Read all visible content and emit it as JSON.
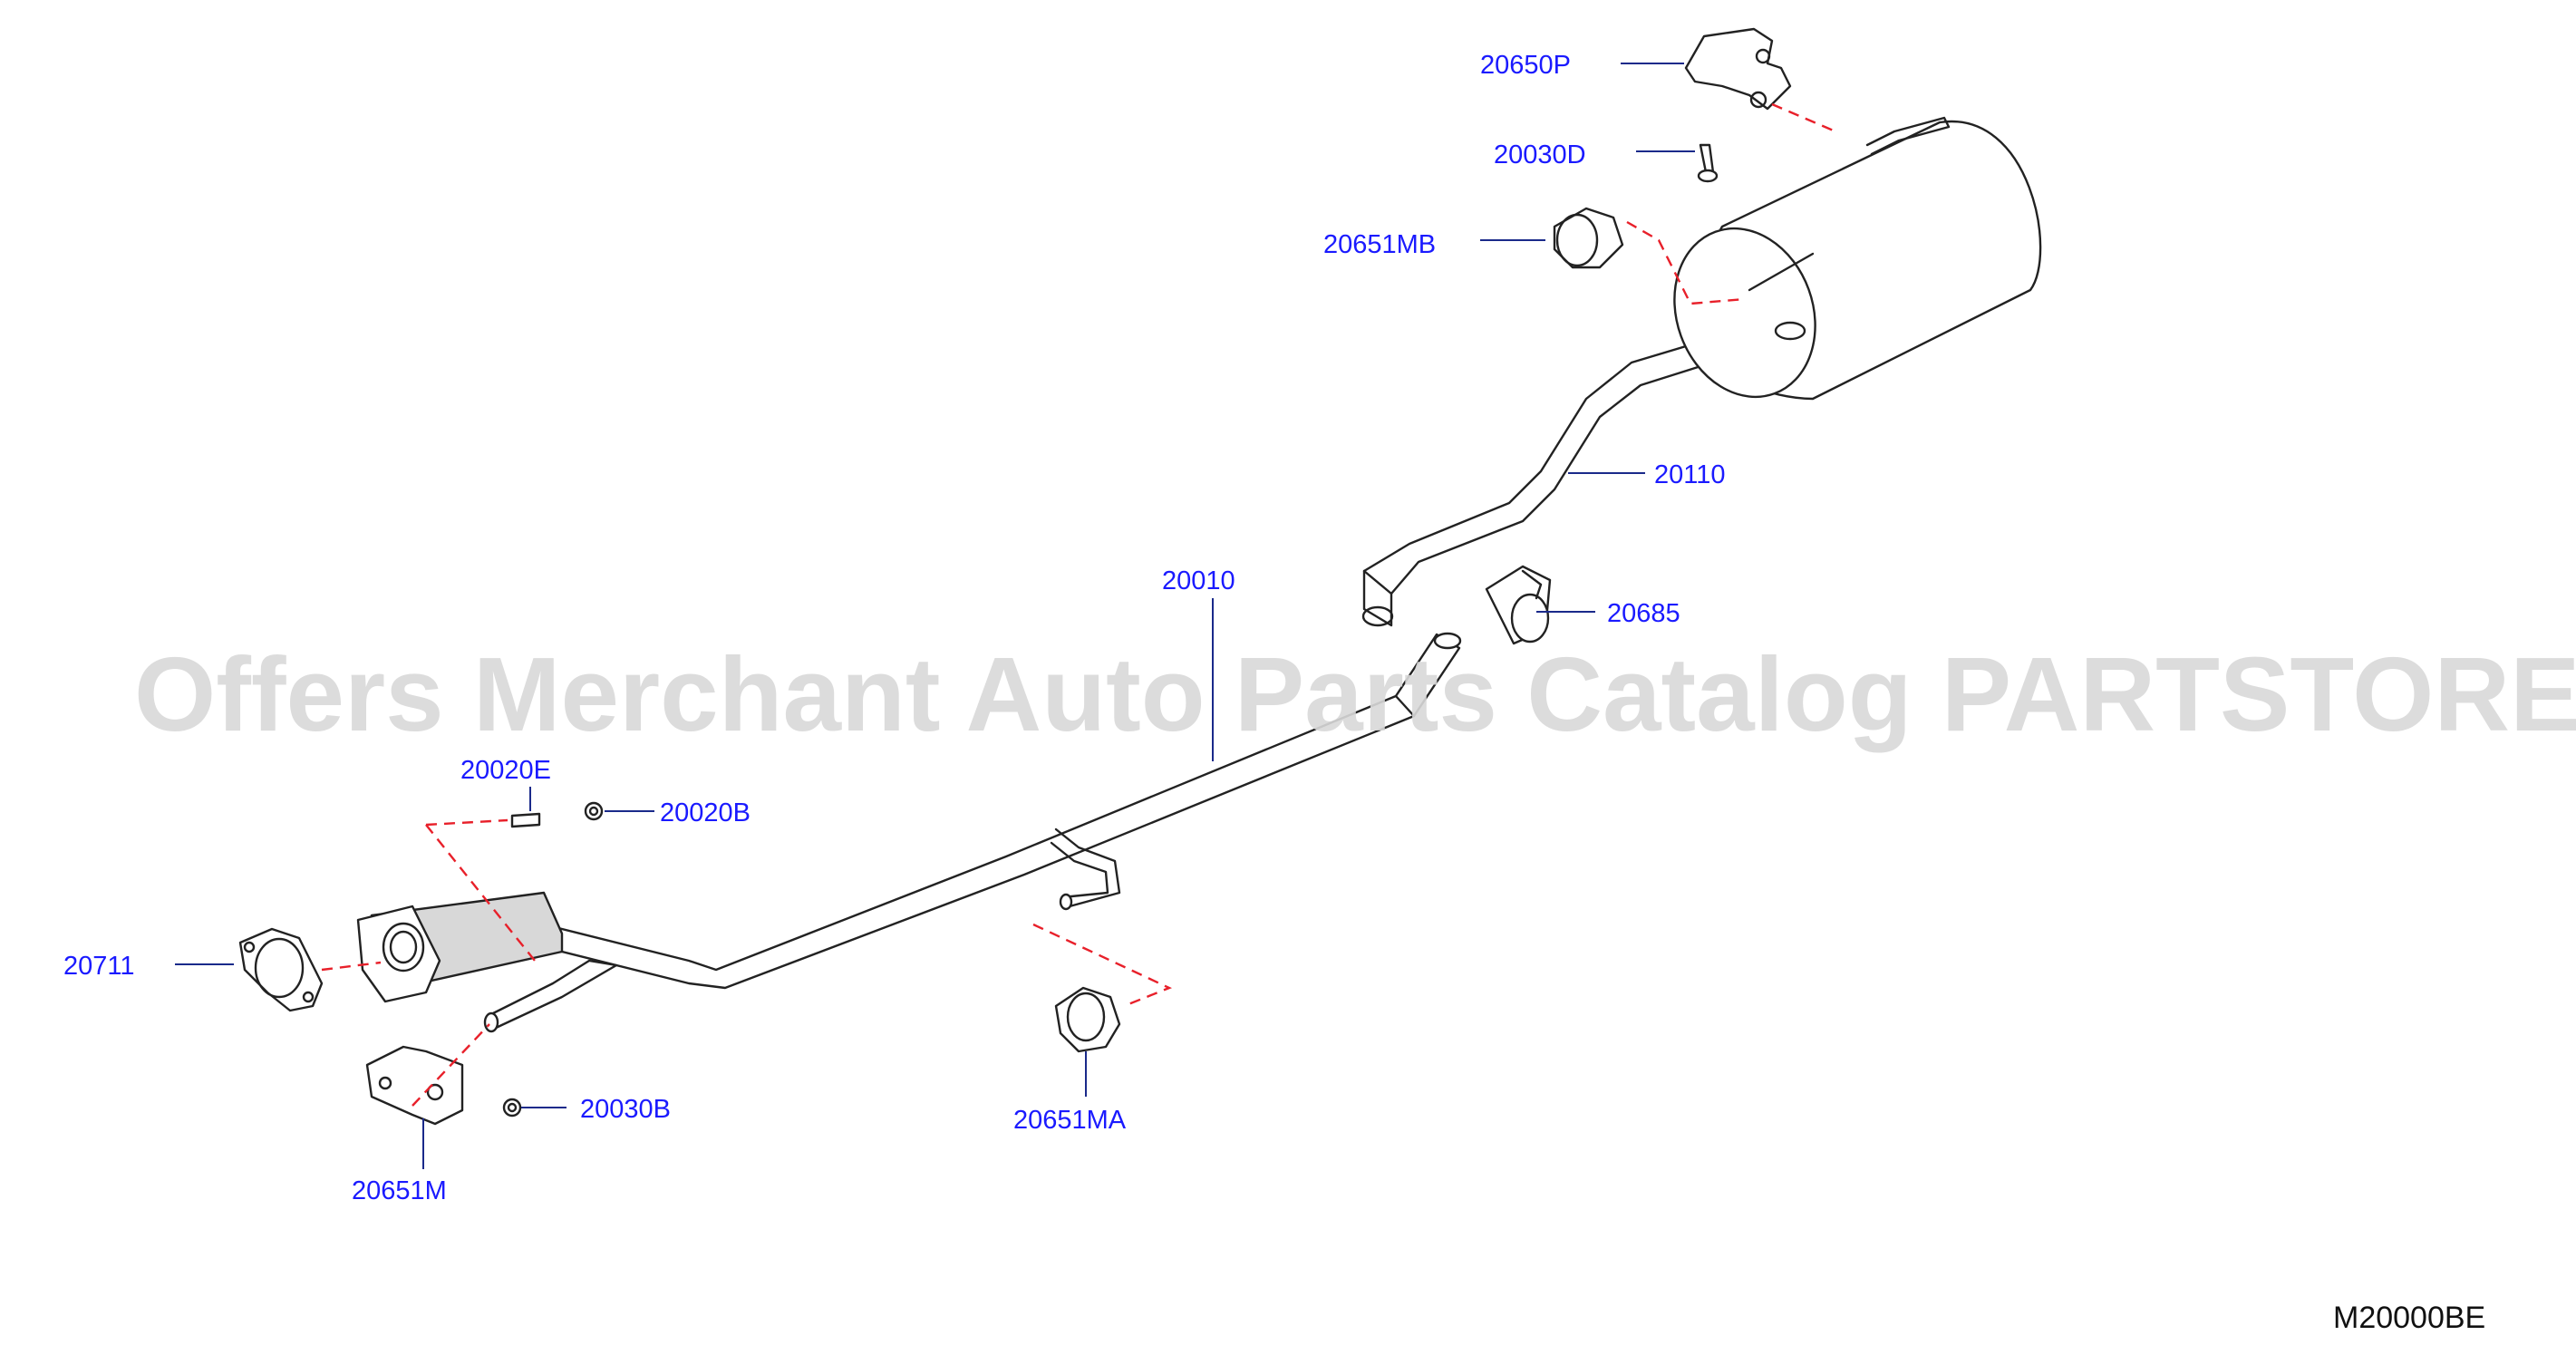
{
  "watermark": "Offers Merchant Auto Parts Catalog PARTSTORE.SA",
  "diagram_code": "M20000BE",
  "parts": {
    "p20650P": "20650P",
    "p20030D": "20030D",
    "p20651MB": "20651MB",
    "p20110": "20110",
    "p20685": "20685",
    "p20010": "20010",
    "p20020E": "20020E",
    "p20020B": "20020B",
    "p20711": "20711",
    "p20030B": "20030B",
    "p20651M": "20651M",
    "p20651MA": "20651MA"
  },
  "colors": {
    "part_number": "#1a1aff",
    "connector_dash": "#e8202a",
    "watermark": "#d9d9d9"
  }
}
